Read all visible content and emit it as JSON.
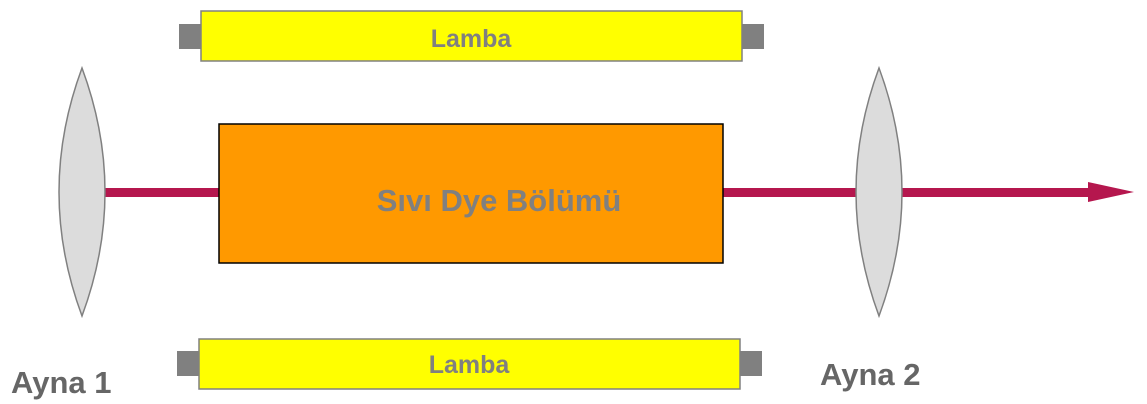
{
  "lamp_top": {
    "label": "Lamba"
  },
  "lamp_bottom": {
    "label": "Lamba"
  },
  "dye_cell": {
    "label": "Sıvı Dye Bölümü"
  },
  "mirror_1": {
    "label": "Ayna 1"
  },
  "mirror_2": {
    "label": "Ayna 2"
  },
  "colors": {
    "beam": "#B5174E",
    "lamp_fill": "#FFFF00",
    "lamp_cap": "#808080",
    "dye_fill": "#FF9900",
    "mirror_fill": "#DCDCDC",
    "mirror_stroke": "#808080",
    "text_gray": "#808080",
    "text_dark": "#333333"
  }
}
